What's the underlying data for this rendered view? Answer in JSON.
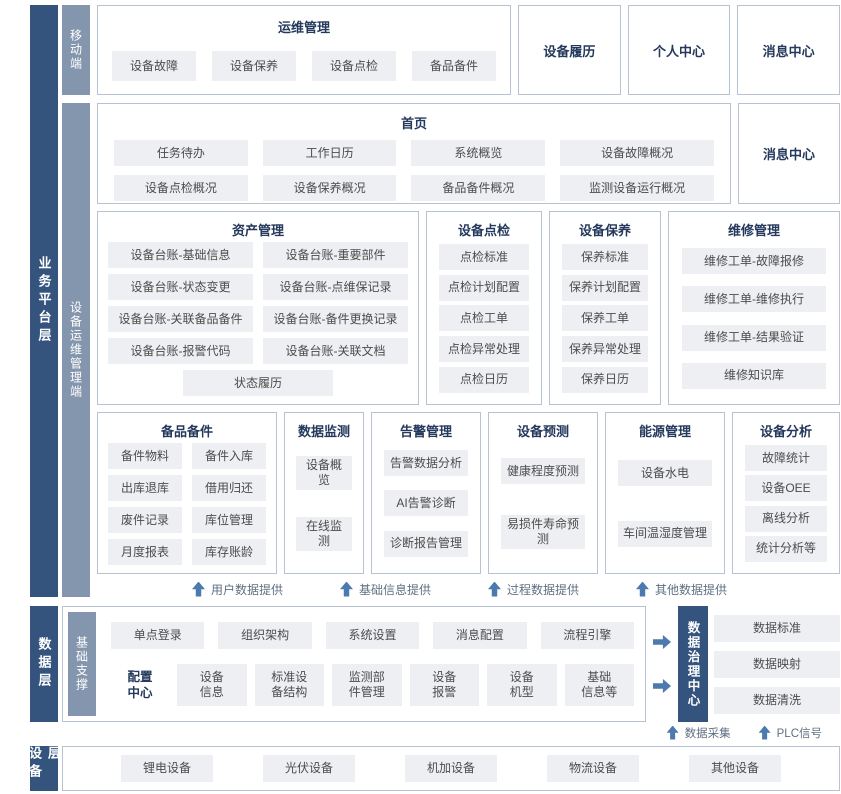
{
  "colors": {
    "layer_bg": "#34547e",
    "sublabel_bg": "#8496ad",
    "button_bg": "#edeff3",
    "border": "#b7c3d3",
    "arrow": "#4c79ae",
    "title_text": "#24395c"
  },
  "business": {
    "label": "业务平台层",
    "mobile": {
      "label": "移动端",
      "ops": {
        "title": "运维管理",
        "items": [
          "设备故障",
          "设备保养",
          "设备点检",
          "备品备件"
        ]
      },
      "cards": [
        "设备履历",
        "个人中心",
        "消息中心"
      ]
    },
    "terminal": {
      "label": "设备运维管理端",
      "home": {
        "title": "首页",
        "items": [
          "任务待办",
          "工作日历",
          "系统概览",
          "设备故障概况",
          "设备点检概况",
          "设备保养概况",
          "备品备件概况",
          "监测设备运行概况"
        ]
      },
      "message_center": "消息中心",
      "row1": [
        {
          "title": "资产管理",
          "items": [
            "设备台账-基础信息",
            "设备台账-重要部件",
            "设备台账-状态变更",
            "设备台账-点维保记录",
            "设备台账-关联备品备件",
            "设备台账-备件更换记录",
            "设备台账-报警代码",
            "设备台账-关联文档",
            "状态履历"
          ]
        },
        {
          "title": "设备点检",
          "items": [
            "点检标准",
            "点检计划配置",
            "点检工单",
            "点检异常处理",
            "点检日历"
          ]
        },
        {
          "title": "设备保养",
          "items": [
            "保养标准",
            "保养计划配置",
            "保养工单",
            "保养异常处理",
            "保养日历"
          ]
        },
        {
          "title": "维修管理",
          "items": [
            "维修工单-故障报修",
            "维修工单-维修执行",
            "维修工单-结果验证",
            "维修知识库"
          ]
        }
      ],
      "row2": [
        {
          "title": "备品备件",
          "items": [
            "备件物料",
            "备件入库",
            "出库退库",
            "借用归还",
            "废件记录",
            "库位管理",
            "月度报表",
            "库存账龄"
          ]
        },
        {
          "title": "数据监测",
          "items": [
            "设备概览",
            "在线监测"
          ]
        },
        {
          "title": "告警管理",
          "items": [
            "告警数据分析",
            "AI告警诊断",
            "诊断报告管理"
          ]
        },
        {
          "title": "设备预测",
          "items": [
            "健康程度预测",
            "易损件寿命预测"
          ]
        },
        {
          "title": "能源管理",
          "items": [
            "设备水电",
            "车间温湿度管理"
          ]
        },
        {
          "title": "设备分析",
          "items": [
            "故障统计",
            "设备OEE",
            "离线分析",
            "统计分析等"
          ]
        }
      ],
      "flow_labels": [
        "用户数据提供",
        "基础信息提供",
        "过程数据提供",
        "其他数据提供"
      ]
    }
  },
  "data_layer": {
    "label": "数据层",
    "support": {
      "label": "基础支撑",
      "row1": [
        "单点登录",
        "组织架构",
        "系统设置",
        "消息配置",
        "流程引擎"
      ],
      "row2_label": "配置\n中心",
      "row2": [
        "设备\n信息",
        "标准设\n备结构",
        "监测部\n件管理",
        "设备\n报警",
        "设备\n机型",
        "基础\n信息等"
      ]
    },
    "governance": {
      "label": "数据治理中心",
      "items": [
        "数据标准",
        "数据映射",
        "数据清洗"
      ]
    },
    "bottom_flows": [
      "数据采集",
      "PLC信号"
    ]
  },
  "device_layer": {
    "label": "设备层",
    "items": [
      "锂电设备",
      "光伏设备",
      "机加设备",
      "物流设备",
      "其他设备"
    ]
  }
}
